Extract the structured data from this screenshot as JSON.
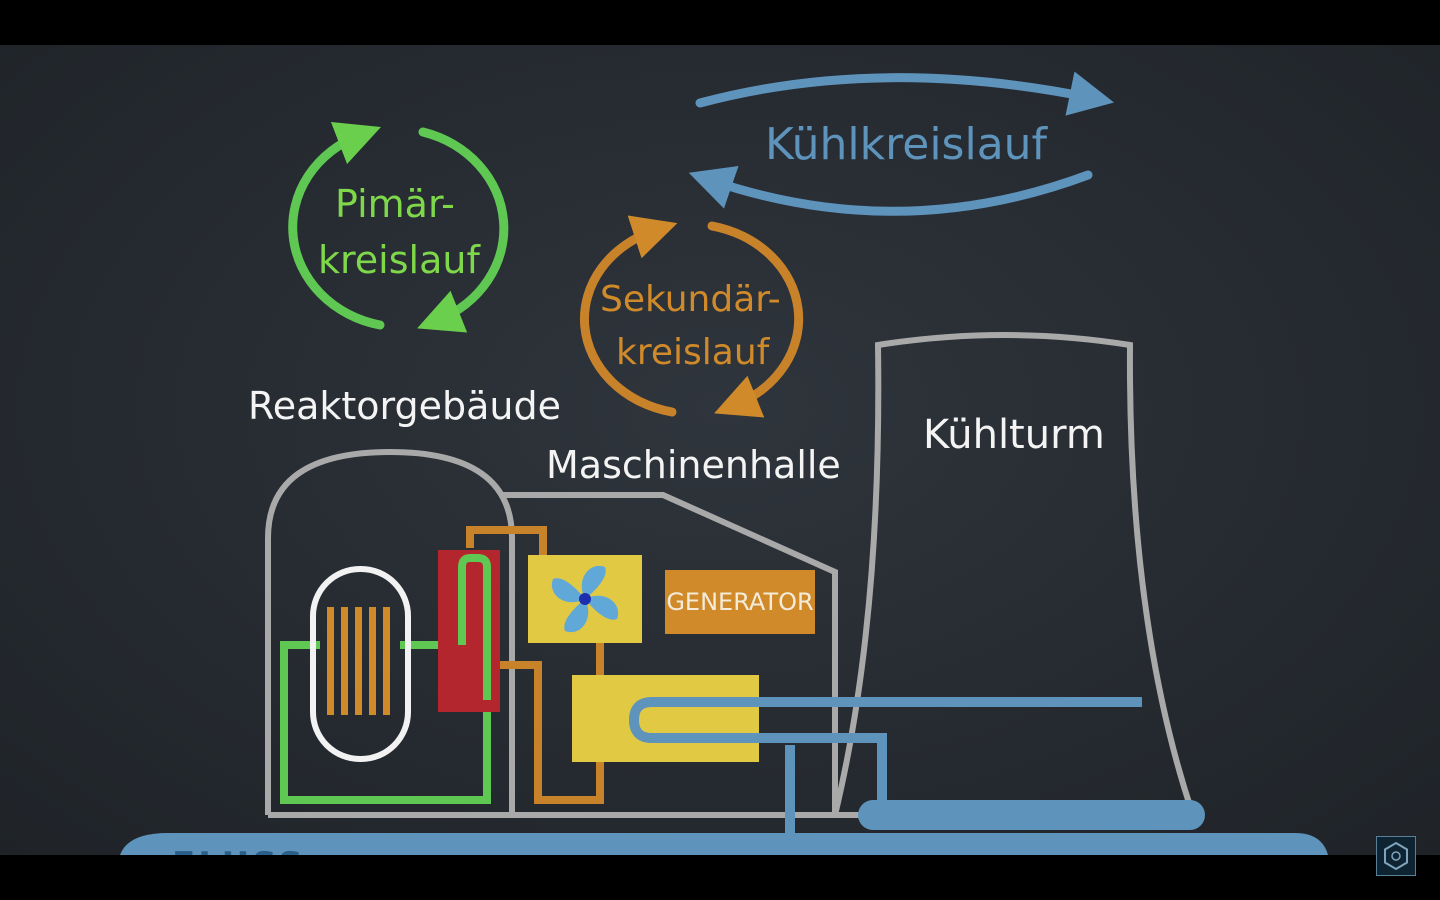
{
  "circuits": {
    "primary": [
      "Pimär-",
      "kreislauf"
    ],
    "secondary": [
      "Sekundär-",
      "kreislauf"
    ],
    "cooling": "Kühlkreislauf"
  },
  "buildings": {
    "reactor": "Reaktorgebäude",
    "machine_hall": "Maschinenhalle",
    "cooling_tower": "Kühlturm",
    "generator": "GENERATOR",
    "river": "FLUSS"
  },
  "colors": {
    "primary": "#4fbf5a",
    "secondary": "#d08a2a",
    "cooling": "#5e93bc",
    "outline": "#a9a9a9",
    "steam_generator": "#b3262d",
    "turbine": "#e2c944",
    "condenser": "#e2c944"
  },
  "icons": {
    "turbine": "fan-icon",
    "badge": "hexagon-logo-icon"
  }
}
